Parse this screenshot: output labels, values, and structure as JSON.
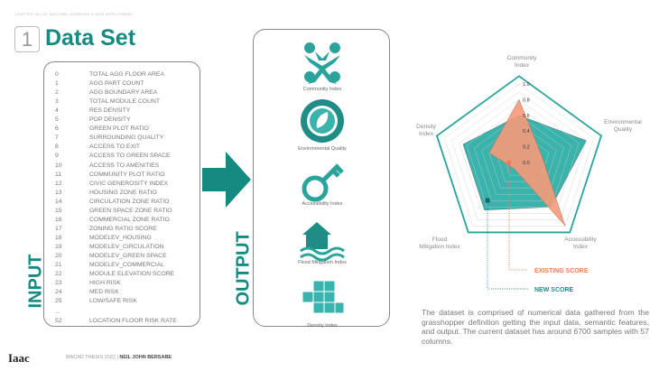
{
  "header": {
    "chapter": "CHAPTER 05 | AI, MACHINE LEARNING & WEB DEPLOYMENT",
    "number": "1",
    "title": "Data Set"
  },
  "input": {
    "label": "INPUT",
    "items": [
      {
        "n": "0",
        "t": "TOTAL AGG FLOOR AREA"
      },
      {
        "n": "1",
        "t": "AGG PART COUNT"
      },
      {
        "n": "2",
        "t": "AGG BOUNDARY AREA"
      },
      {
        "n": "3",
        "t": "TOTAL MODULE COUNT"
      },
      {
        "n": "4",
        "t": "RES DENSITY"
      },
      {
        "n": "5",
        "t": "POP DENSITY"
      },
      {
        "n": "6",
        "t": "GREEN PLOT RATIO"
      },
      {
        "n": "7",
        "t": "SURROUNDING QUALITY"
      },
      {
        "n": "8",
        "t": "ACCESS TO EXIT"
      },
      {
        "n": "9",
        "t": "ACCESS TO GREEN SPACE"
      },
      {
        "n": "10",
        "t": "ACCESS TO AMENITIES"
      },
      {
        "n": "11",
        "t": "COMMUNITY PLOT RATIO"
      },
      {
        "n": "12",
        "t": "CIVIC GENEROSITY INDEX"
      },
      {
        "n": "13",
        "t": "HOUSING ZONE RATIO"
      },
      {
        "n": "14",
        "t": "CIRCULATION ZONE RATIO"
      },
      {
        "n": "15",
        "t": "GREEN SPACE ZONE RATIO"
      },
      {
        "n": "16",
        "t": "COMMERCIAL ZONE RATIO"
      },
      {
        "n": "17",
        "t": "ZONING RATIO SCORE"
      },
      {
        "n": "18",
        "t": "MODELEV_HOUSING"
      },
      {
        "n": "19",
        "t": "MODELEV_CIRCULATION"
      },
      {
        "n": "20",
        "t": "MODELEV_GREEN SPACE"
      },
      {
        "n": "21",
        "t": "MODELEV_COMMERCIAL"
      },
      {
        "n": "22",
        "t": "MODULE ELEVATION SCORE"
      },
      {
        "n": "23",
        "t": "HIGH RISK"
      },
      {
        "n": "24",
        "t": "MED RISK"
      },
      {
        "n": "25",
        "t": "LOW/SAFE RISK"
      },
      {
        "n": "...",
        "t": ""
      },
      {
        "n": "52",
        "t": "LOCATION FLOOR RISK RATE"
      }
    ]
  },
  "output": {
    "label": "OUTPUT",
    "items": [
      "Community Index",
      "Environmental Quality",
      "Accessibility Index",
      "Flood Mitigation Index",
      "Density Index"
    ]
  },
  "chart_data": {
    "type": "radar",
    "axes": [
      "Community Index",
      "Environmental Quality",
      "Accessibility Index",
      "Flood Mitigation Index",
      "Density Index"
    ],
    "ticks": [
      "0.0",
      "0.2",
      "0.4",
      "0.6",
      "0.8",
      "1.0"
    ],
    "range": [
      0,
      1
    ],
    "series": [
      {
        "name": "NEW SCORE",
        "color": "#3bb3ad",
        "values": [
          0.6,
          0.9,
          0.7,
          0.75,
          0.75
        ]
      },
      {
        "name": "EXISTING SCORE",
        "color": "#f59a7a",
        "values": [
          0.8,
          0.3,
          1.0,
          0.1,
          0.4
        ]
      }
    ]
  },
  "colors": {
    "accent": "#148a80",
    "existing": "#f47c52",
    "new": "#1f8c86"
  },
  "paragraph": "The dataset is comprised of numerical data gathered from the grasshopper definition getting the input data, semantic features, and output. The current dataset has around 6700 samples with 57 columns.",
  "footer": {
    "logo": "Iaac",
    "thesis": "MACAD THESIS 2022",
    "author": "NEIL JOHN BERSABE"
  }
}
